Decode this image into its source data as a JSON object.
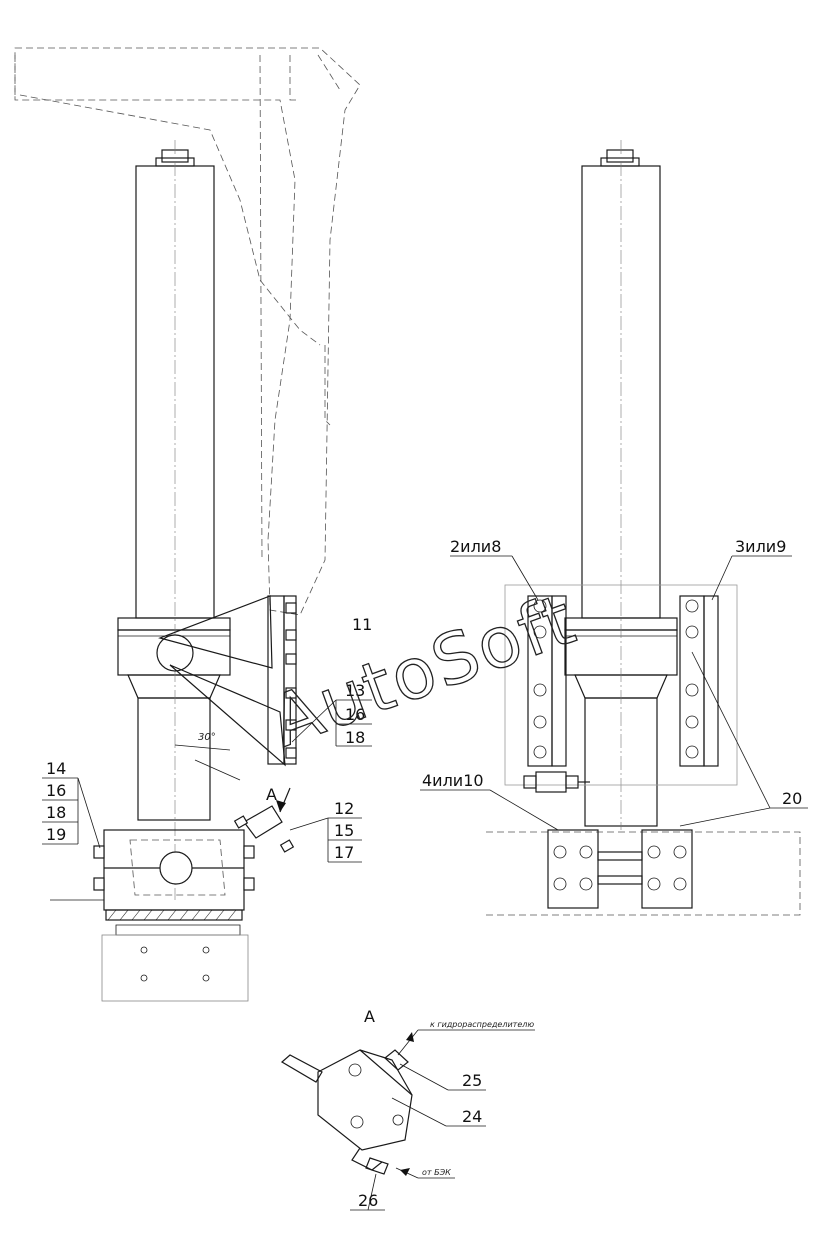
{
  "watermark": "AutoSoft",
  "view_label_a": "A",
  "detail_title_a": "A",
  "angle_label": "30°",
  "left_view": {
    "callout_group_right": [
      "13",
      "16",
      "18"
    ],
    "callout_group_left": [
      "14",
      "16",
      "18",
      "19"
    ],
    "callout_group_valve": [
      "12",
      "15",
      "17"
    ],
    "callout_11": "11"
  },
  "right_view": {
    "label_left_bracket": "2или8",
    "label_right_bracket": "3или9",
    "label_base": "4или10",
    "label_20": "20"
  },
  "detail_a": {
    "callout_25": "25",
    "callout_24": "24",
    "callout_26": "26",
    "note_to_distributor": "к гидрораспределителю",
    "note_from_bek": "от БЭК"
  }
}
